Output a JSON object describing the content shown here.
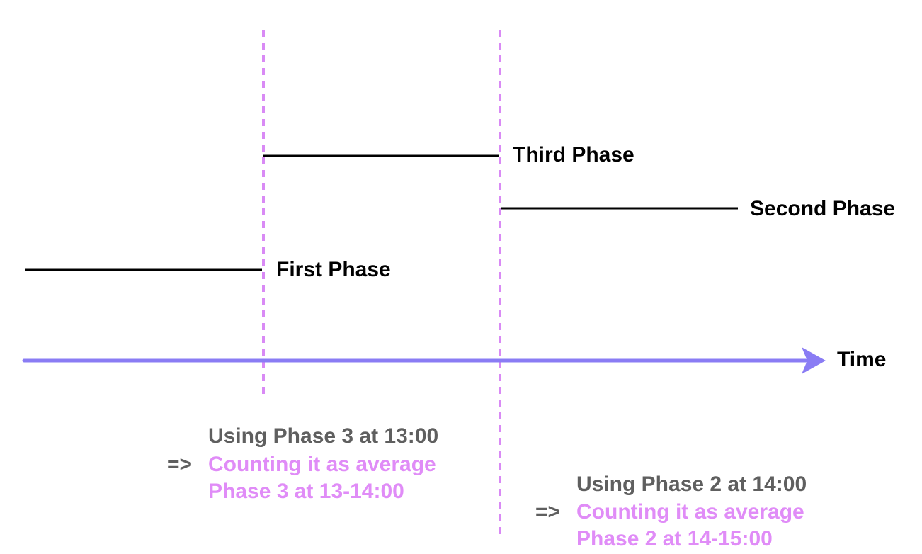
{
  "colors": {
    "divider": "#d98af5",
    "axis": "#8a7cf4",
    "phase_line": "#000000",
    "note_primary": "#5f5f5f",
    "note_accent": "#e08cf7"
  },
  "axis": {
    "label": "Time"
  },
  "phases": {
    "first": "First Phase",
    "second": "Second Phase",
    "third": "Third Phase"
  },
  "notes": [
    {
      "using": "Using Phase 3 at 13:00",
      "arrow": "=>",
      "counting": "Counting it as average",
      "result": "Phase 3 at 13-14:00"
    },
    {
      "using": "Using Phase 2 at 14:00",
      "arrow": "=>",
      "counting": "Counting it as average",
      "result": "Phase 2 at 14-15:00"
    }
  ]
}
